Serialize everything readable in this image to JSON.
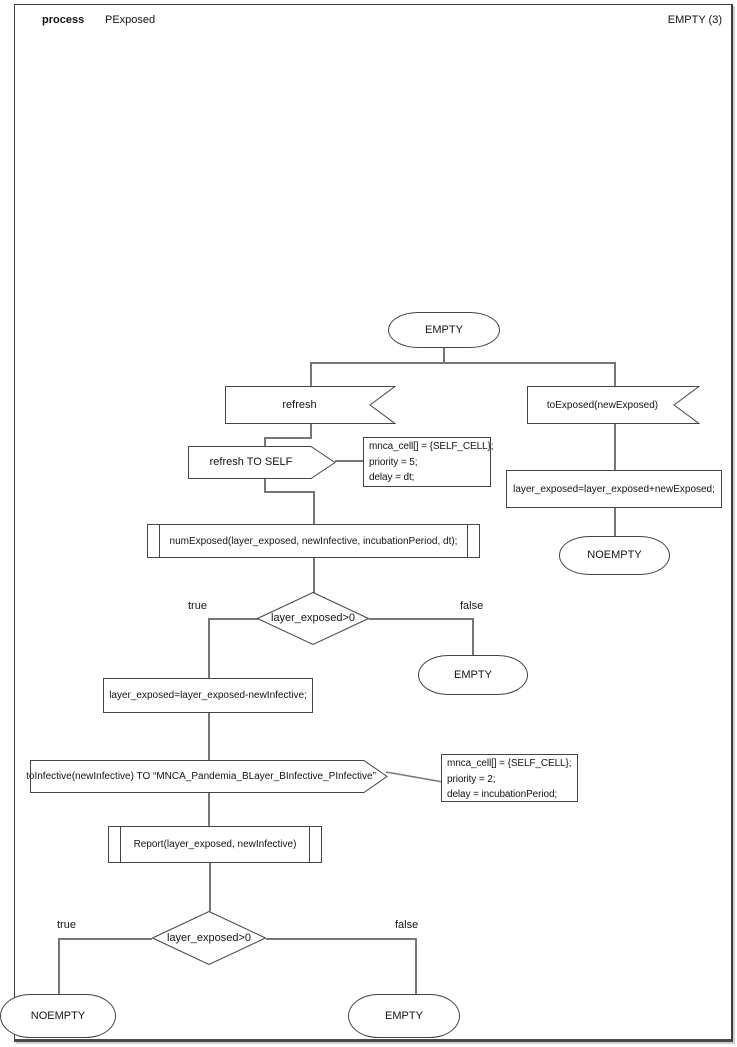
{
  "header": {
    "kind_label": "process",
    "process_name": "PExposed",
    "corner_label": "EMPTY (3)"
  },
  "nodes": {
    "start_state": "EMPTY",
    "input_refresh": "refresh",
    "input_toexposed": "toExposed(newExposed)",
    "output_refresh_self": "refresh TO SELF",
    "comment_refresh_lines": [
      "mnca_cell[] = {SELF_CELL};",
      "priority = 5;",
      "delay = dt;"
    ],
    "task_add": "layer_exposed=layer_exposed+newExposed;",
    "state_noempty_right": "NOEMPTY",
    "proc_numexposed": "numExposed(layer_exposed, newInfective, incubationPeriod, dt);",
    "decision1": {
      "label": "layer_exposed>0",
      "true_label": "true",
      "false_label": "false"
    },
    "state_empty_mid": "EMPTY",
    "task_subtract": "layer_exposed=layer_exposed-newInfective;",
    "output_toinfective": "toInfective(newInfective) TO “MNCA_Pandemia_BLayer_BInfective_PInfective”",
    "comment_toinfective_lines": [
      "mnca_cell[] = {SELF_CELL};",
      "priority = 2;",
      "delay = incubationPeriod;"
    ],
    "proc_report": "Report(layer_exposed, newInfective)",
    "decision2": {
      "label": "layer_exposed>0",
      "true_label": "true",
      "false_label": "false"
    },
    "state_noempty_bottom": "NOEMPTY",
    "state_empty_bottom": "EMPTY"
  },
  "colors": {
    "shape_border": "#454545",
    "connector": "#767676",
    "background": "#ffffff"
  }
}
